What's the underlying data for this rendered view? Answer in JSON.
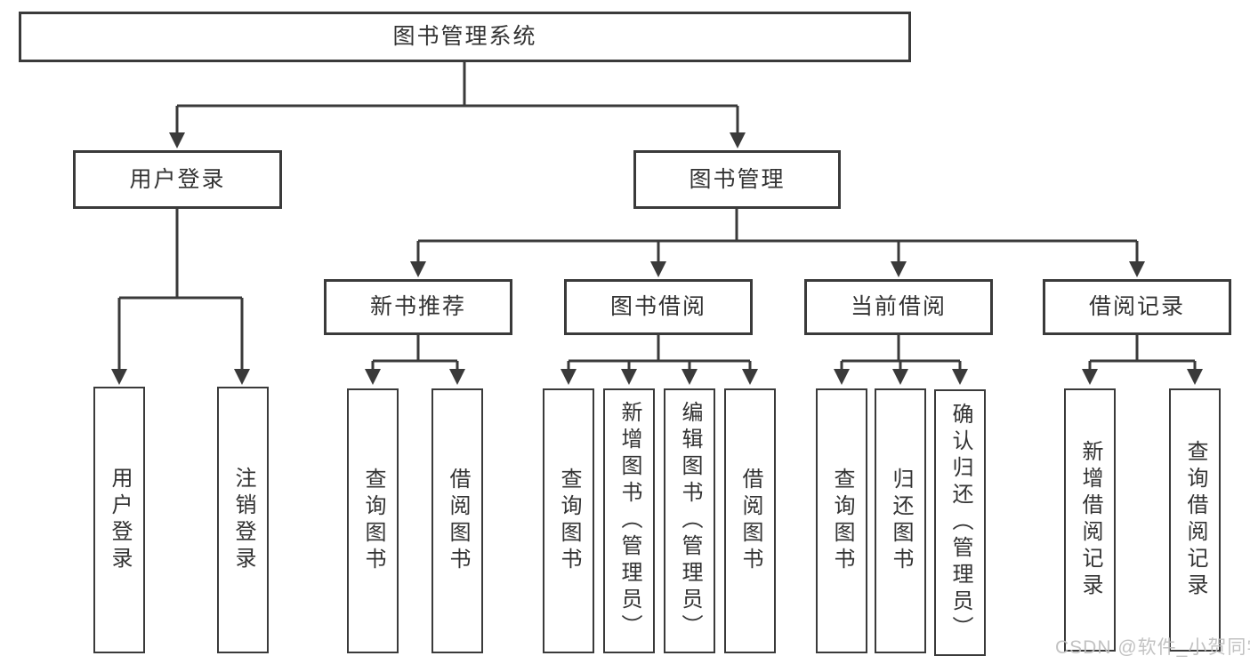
{
  "nodes": {
    "root": "图书管理系统",
    "level2": [
      "用户登录",
      "图书管理"
    ],
    "level3": [
      "新书推荐",
      "图书借阅",
      "当前借阅",
      "借阅记录"
    ],
    "leaves_user_login": [
      "用户登录",
      "注销登录"
    ],
    "leaves_new_book": [
      "查询图书",
      "借阅图书"
    ],
    "leaves_book_borrow": [
      "查询图书",
      "新增图书（管理员）",
      "编辑图书（管理员）",
      "借阅图书"
    ],
    "leaves_current_borrow": [
      "查询图书",
      "归还图书",
      "确认归还（管理员）"
    ],
    "leaves_borrow_record": [
      "新增借阅记录",
      "查询借阅记录"
    ]
  },
  "watermark": "CSDN @软件_小贺同学",
  "colors": {
    "line": "#3a3a3a",
    "text": "#333333",
    "background": "#ffffff",
    "watermark": "#bdbdbd"
  }
}
